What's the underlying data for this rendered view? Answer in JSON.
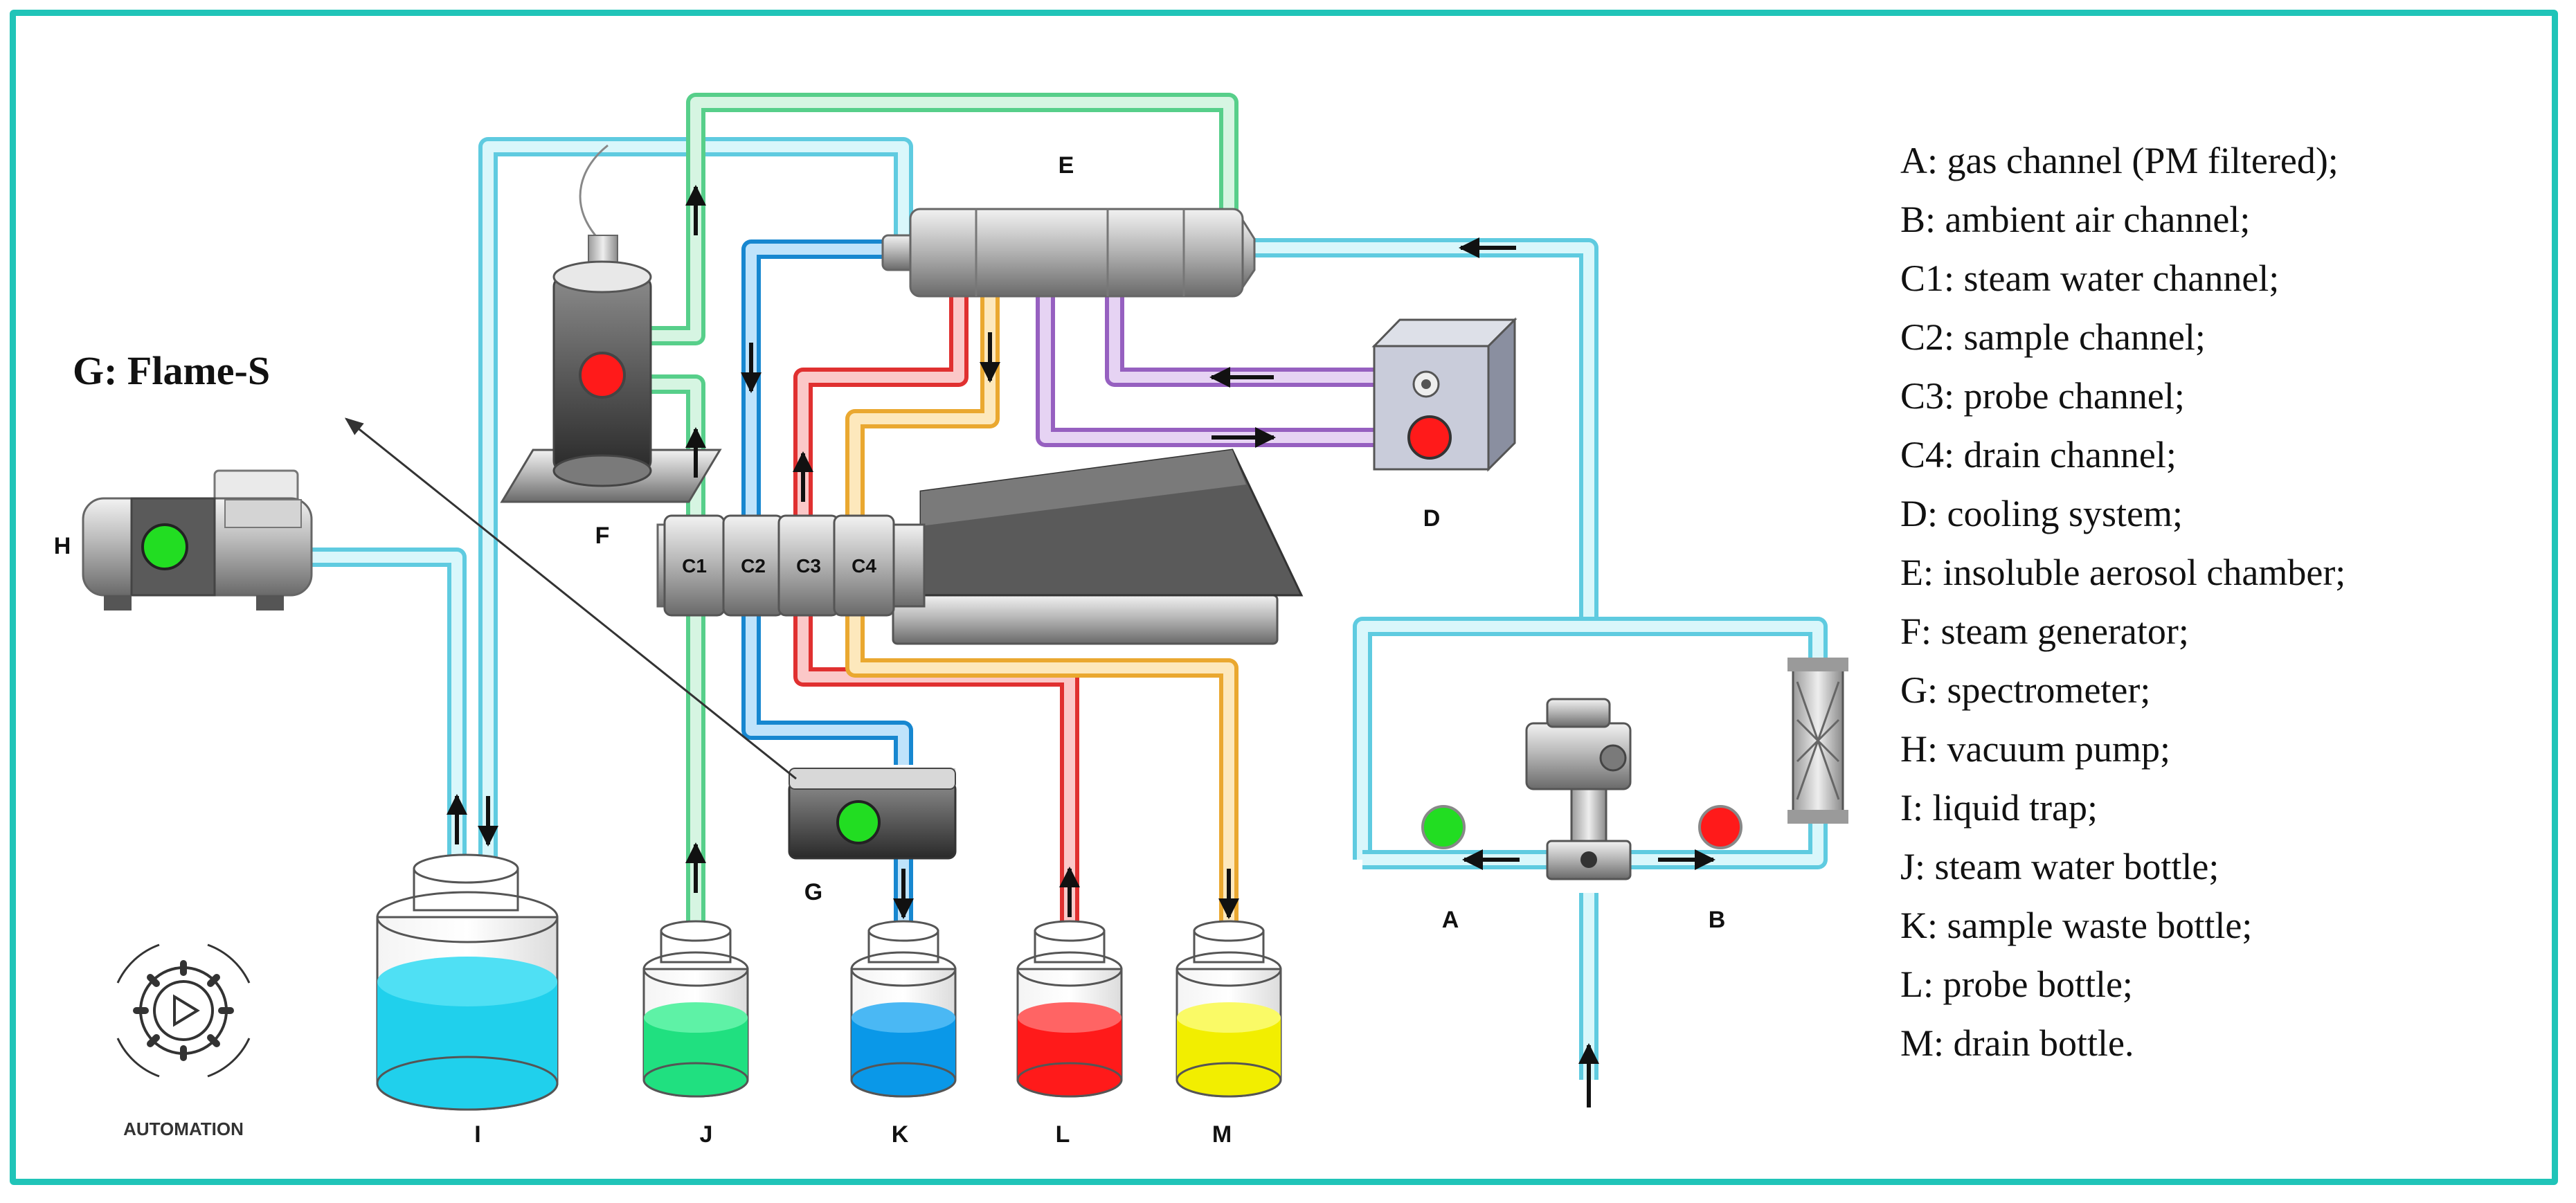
{
  "title": "G: Flame-S",
  "footer_label": "AUTOMATION",
  "components": {
    "A": "A",
    "B": "B",
    "D": "D",
    "E": "E",
    "F": "F",
    "G": "G",
    "H": "H",
    "I": "I",
    "J": "J",
    "K": "K",
    "L": "L",
    "M": "M"
  },
  "ports": [
    "C1",
    "C2",
    "C3",
    "C4"
  ],
  "legend": [
    "A: gas channel (PM filtered);",
    "B: ambient air channel;",
    "C1: steam water channel;",
    "C2: sample channel;",
    "C3: probe channel;",
    "C4: drain channel;",
    "D: cooling system;",
    "E: insoluble aerosol chamber;",
    "F: steam generator;",
    "G: spectrometer;",
    "H: vacuum pump;",
    "I: liquid trap;",
    "J: steam water bottle;",
    "K: sample waste bottle;",
    "L: probe bottle;",
    "M: drain bottle."
  ],
  "colors": {
    "frame": "#20c4b8",
    "gas_line": "#8ee6f2",
    "steam_line": "#9be3b8",
    "sample_line": "#3aa5e6",
    "probe_line": "#f06060",
    "drain_line": "#f7c860",
    "cooling_line": "#b784d6",
    "liquid_cyan": "#20d0ec",
    "liquid_green": "#20e080",
    "liquid_blue": "#0a98e8",
    "liquid_red": "#ff1a1a",
    "liquid_yellow": "#f2ee00",
    "indicator_green": "#22dd22",
    "indicator_red": "#ff1a1a"
  }
}
